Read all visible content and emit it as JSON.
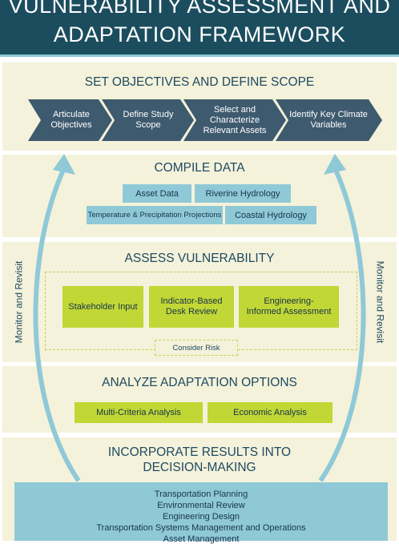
{
  "header": {
    "title_line1": "VULNERABILITY ASSESSMENT AND",
    "title_line2": "ADAPTATION FRAMEWORK"
  },
  "scope": {
    "title": "SET OBJECTIVES AND DEFINE SCOPE",
    "steps": [
      {
        "line1": "Articulate",
        "line2": "Objectives",
        "line3": ""
      },
      {
        "line1": "Define Study",
        "line2": "Scope",
        "line3": ""
      },
      {
        "line1": "Select and",
        "line2": "Characterize",
        "line3": "Relevant Assets"
      },
      {
        "line1": "Identify Key Climate",
        "line2": "Variables",
        "line3": ""
      }
    ]
  },
  "compile": {
    "title": "COMPILE DATA",
    "items": [
      "Asset Data",
      "Riverine Hydrology",
      "Temperature & Precipitation Projections",
      "Coastal Hydrology"
    ]
  },
  "assess": {
    "title": "ASSESS VULNERABILITY",
    "items": [
      {
        "line1": "Stakeholder Input",
        "line2": ""
      },
      {
        "line1": "Indicator-Based",
        "line2": "Desk Review"
      },
      {
        "line1": "Engineering-",
        "line2": "Informed Assessment"
      }
    ],
    "consider": "Consider Risk"
  },
  "analyze": {
    "title": "ANALYZE ADAPTATION OPTIONS",
    "items": [
      "Multi-Criteria Analysis",
      "Economic Analysis"
    ]
  },
  "incorporate": {
    "title_line1": "INCORPORATE RESULTS INTO",
    "title_line2": "DECISION-MAKING",
    "items": [
      "Transportation Planning",
      "Environmental Review",
      "Engineering Design",
      "Transportation Systems Management and Operations",
      "Asset Management"
    ]
  },
  "side_labels": {
    "left": "Monitor and Revisit",
    "right": "Monitor and Revisit"
  },
  "colors": {
    "header_bg": "#1b4d5e",
    "band_bg": "#f4f2da",
    "chevron": "#3e5a6e",
    "blue_box": "#8fc9d8",
    "green_box": "#c1d735",
    "arrow": "#8fc9d8"
  }
}
